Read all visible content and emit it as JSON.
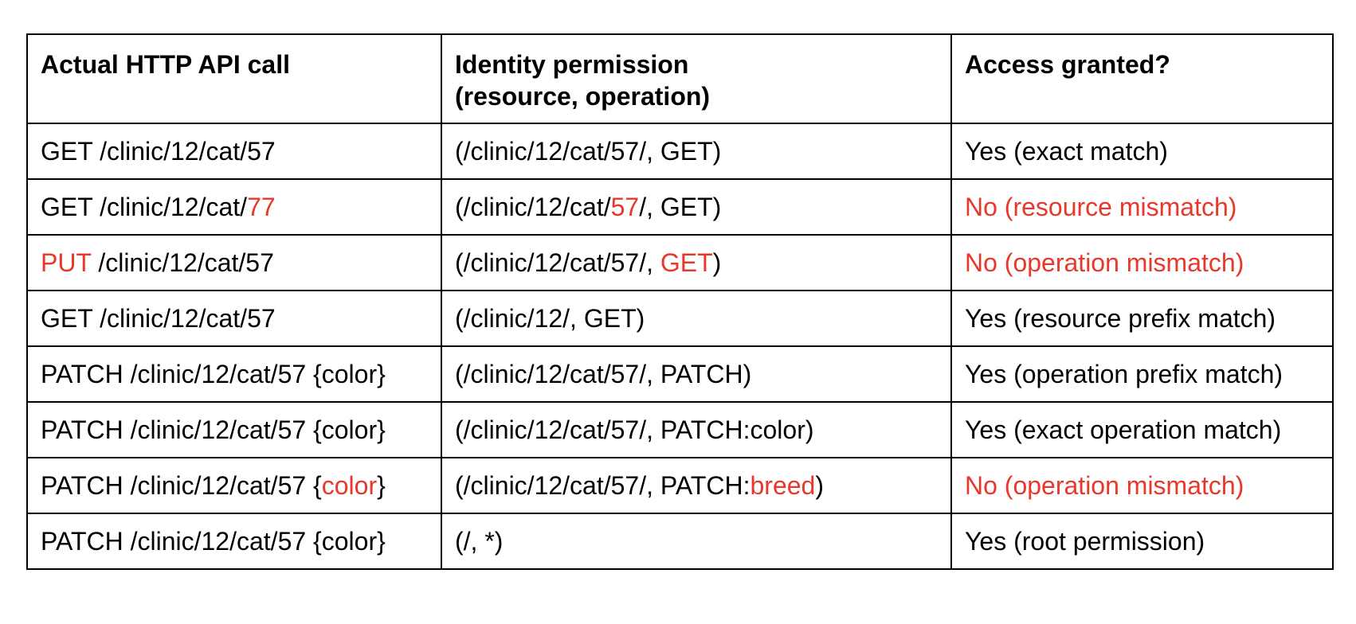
{
  "colors": {
    "text": "#000000",
    "highlight": "#e8372b",
    "border": "#000000",
    "background": "#ffffff"
  },
  "table": {
    "headers": [
      {
        "lines": [
          "Actual HTTP API call"
        ]
      },
      {
        "lines": [
          "Identity permission",
          "(resource, operation)"
        ]
      },
      {
        "lines": [
          "Access granted?"
        ]
      }
    ],
    "rows": [
      {
        "call": [
          {
            "text": "GET /clinic/12/cat/57",
            "highlight": false
          }
        ],
        "permission": [
          {
            "text": "(/clinic/12/cat/57/, GET)",
            "highlight": false
          }
        ],
        "granted": {
          "text": "Yes (exact match)",
          "denied": false
        }
      },
      {
        "call": [
          {
            "text": "GET /clinic/12/cat/",
            "highlight": false
          },
          {
            "text": "77",
            "highlight": true
          }
        ],
        "permission": [
          {
            "text": "(/clinic/12/cat/",
            "highlight": false
          },
          {
            "text": "57",
            "highlight": true
          },
          {
            "text": "/, GET)",
            "highlight": false
          }
        ],
        "granted": {
          "text": "No (resource mismatch)",
          "denied": true
        }
      },
      {
        "call": [
          {
            "text": "PUT",
            "highlight": true
          },
          {
            "text": " /clinic/12/cat/57",
            "highlight": false
          }
        ],
        "permission": [
          {
            "text": "(/clinic/12/cat/57/, ",
            "highlight": false
          },
          {
            "text": "GET",
            "highlight": true
          },
          {
            "text": ")",
            "highlight": false
          }
        ],
        "granted": {
          "text": "No (operation mismatch)",
          "denied": true
        }
      },
      {
        "call": [
          {
            "text": "GET /clinic/12/cat/57",
            "highlight": false
          }
        ],
        "permission": [
          {
            "text": "(/clinic/12/, GET)",
            "highlight": false
          }
        ],
        "granted": {
          "text": "Yes (resource prefix match)",
          "denied": false
        }
      },
      {
        "call": [
          {
            "text": "PATCH /clinic/12/cat/57 {color}",
            "highlight": false
          }
        ],
        "permission": [
          {
            "text": "(/clinic/12/cat/57/, PATCH)",
            "highlight": false
          }
        ],
        "granted": {
          "text": "Yes (operation prefix match)",
          "denied": false
        }
      },
      {
        "call": [
          {
            "text": "PATCH /clinic/12/cat/57 {color}",
            "highlight": false
          }
        ],
        "permission": [
          {
            "text": "(/clinic/12/cat/57/, PATCH:color)",
            "highlight": false
          }
        ],
        "granted": {
          "text": "Yes (exact operation match)",
          "denied": false
        }
      },
      {
        "call": [
          {
            "text": "PATCH /clinic/12/cat/57 {",
            "highlight": false
          },
          {
            "text": "color",
            "highlight": true
          },
          {
            "text": "}",
            "highlight": false
          }
        ],
        "permission": [
          {
            "text": "(/clinic/12/cat/57/, PATCH:",
            "highlight": false
          },
          {
            "text": "breed",
            "highlight": true
          },
          {
            "text": ")",
            "highlight": false
          }
        ],
        "granted": {
          "text": "No (operation mismatch)",
          "denied": true
        }
      },
      {
        "call": [
          {
            "text": "PATCH /clinic/12/cat/57 {color}",
            "highlight": false
          }
        ],
        "permission": [
          {
            "text": "(/, *)",
            "highlight": false
          }
        ],
        "granted": {
          "text": "Yes (root permission)",
          "denied": false
        }
      }
    ]
  }
}
